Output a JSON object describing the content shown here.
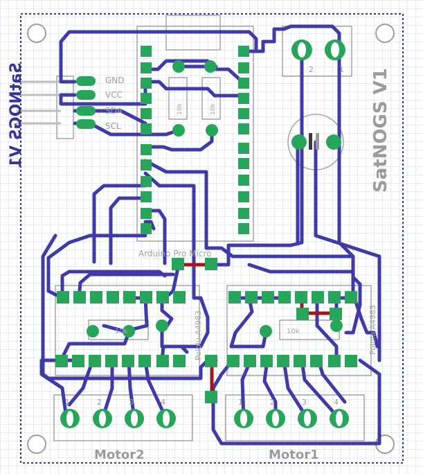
{
  "board": {
    "title": "SatNOGS V1",
    "bottom_label_mirrored": "SatNOGS V1",
    "colors": {
      "background": "#ffffff",
      "grid": "#d2d7e0",
      "copper_top": "#3f3aa8",
      "copper_bottom": "#a01818",
      "pad": "#27a55a",
      "silkscreen": "#a3a3a3",
      "label_text": "#9b9b9b",
      "board_outline": "#34349a"
    }
  },
  "connectors": {
    "sensor_pins": [
      "GND",
      "VCC",
      "SDA",
      "SCL"
    ],
    "power_pin_numbers": [
      "2",
      "1"
    ],
    "motor2": {
      "label": "Motor2",
      "pin_numbers": [
        "1",
        "2",
        "3",
        "4"
      ]
    },
    "motor1": {
      "label": "Motor1",
      "pin_numbers": [
        "1",
        "2",
        "3",
        "4"
      ]
    }
  },
  "components": {
    "arduino": "Arduino Pro Micro",
    "driver_left": "Pololu-A4983",
    "driver_right": "Pololu-A4983",
    "resistor_left": "10k",
    "resistor_right": "10k",
    "pot_left": "10k",
    "pot_right": "10k"
  }
}
